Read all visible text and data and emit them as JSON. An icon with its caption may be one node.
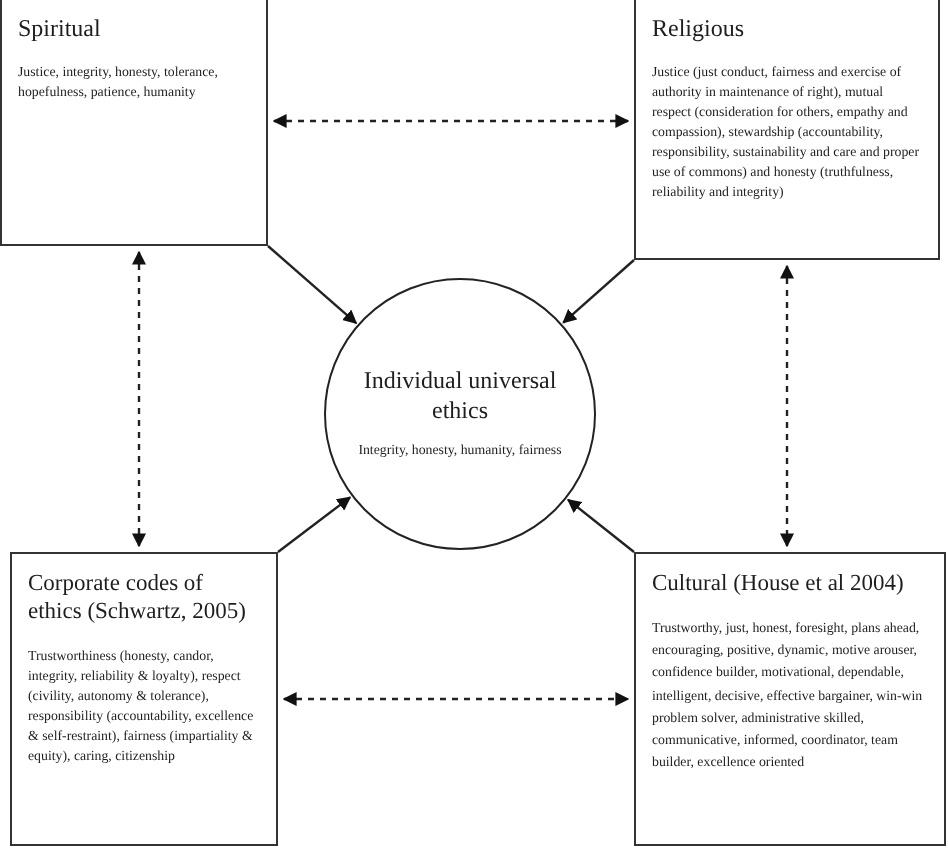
{
  "diagram": {
    "nodes": [
      {
        "text": [
          "Spiritual",
          "Justice, integrity, honesty, tolerance, hopefulness, patience, humanity"
        ]
      },
      {
        "text": [
          "Religious",
          "Justice (just conduct, fairness and exercise of authority in maintenance of right), mutual respect (consideration for others, empathy and compassion), stewardship (accountability, responsibility, sustainability and care and proper use of commons) and honesty (truthfulness, reliability and integrity)"
        ]
      },
      {
        "text": [
          "Individual universal ethics",
          "Integrity, honesty, humanity, fairness"
        ]
      },
      {
        "text": [
          "Corporate codes of ethics (Schwartz, 2005)",
          "Trustworthiness (honesty, candor, integrity, reliability & loyalty), respect (civility, autonomy & tolerance), responsibility (accountability, excellence & self-restraint), fairness (impartiality & equity), caring, citizenship"
        ]
      },
      {
        "text": [
          "Cultural (House et al 2004)",
          "Trustworthy, just, honest, foresight, plans ahead, encouraging, positive, dynamic, motive arouser, confidence builder, motivational, dependable, intelligent, decisive, effective bargainer, win-win problem solver, administrative skilled, communicative, informed, coordinator, team builder, excellence oriented"
        ]
      }
    ],
    "edges": [
      {
        "from": 0,
        "to": 1,
        "arrow": "both",
        "style": "dashed"
      },
      {
        "from": 0,
        "to": 3,
        "arrow": "both",
        "style": "dashed"
      },
      {
        "from": 1,
        "to": 4,
        "arrow": "both",
        "style": "dashed"
      },
      {
        "from": 3,
        "to": 4,
        "arrow": "both",
        "style": "dashed"
      },
      {
        "from": 0,
        "to": 2,
        "arrow": "to"
      },
      {
        "from": 1,
        "to": 2,
        "arrow": "to"
      },
      {
        "from": 3,
        "to": 2,
        "arrow": "to"
      },
      {
        "from": 4,
        "to": 2,
        "arrow": "to"
      }
    ]
  }
}
